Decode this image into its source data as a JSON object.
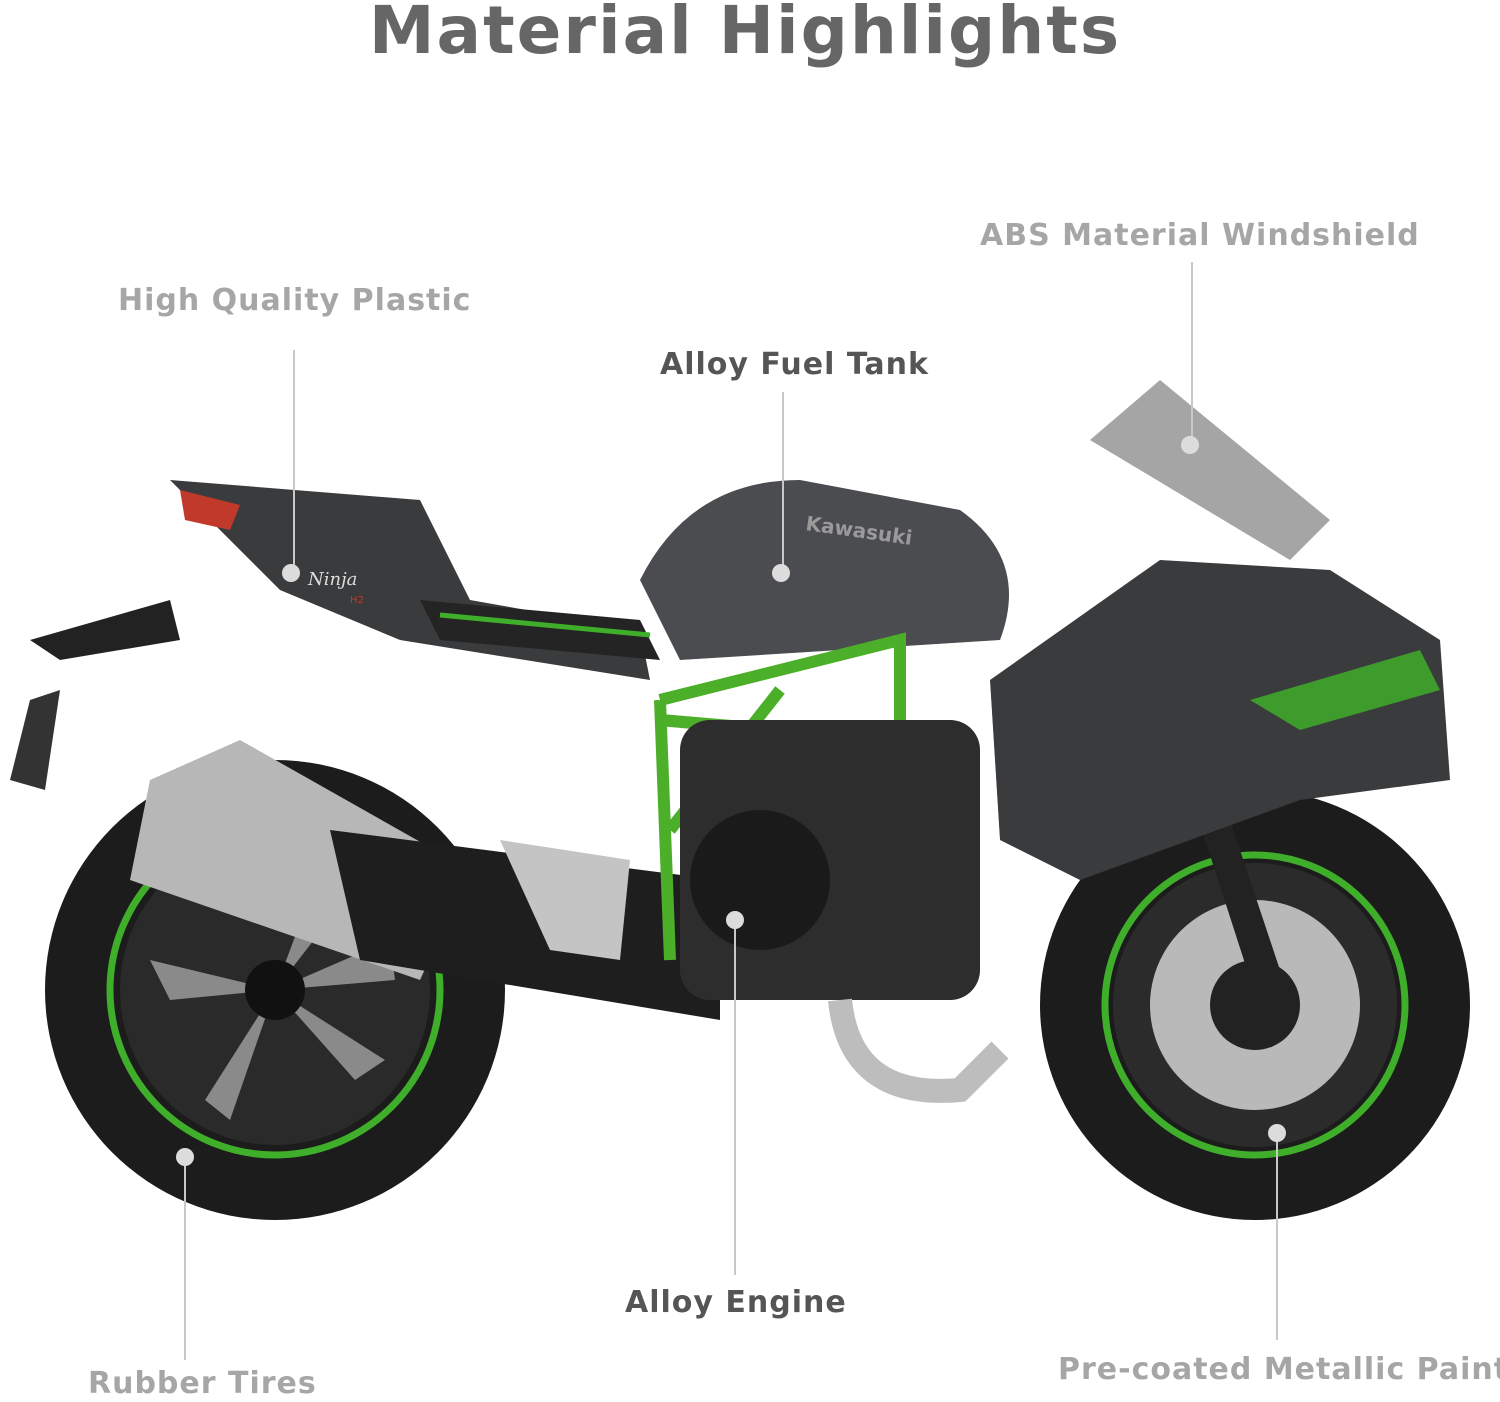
{
  "title": "Material Highlights",
  "labels": {
    "windshield": "ABS Material Windshield",
    "plastic": "High Quality Plastic",
    "fuel_tank": "Alloy Fuel Tank",
    "engine": "Alloy Engine",
    "tires": "Rubber Tires",
    "paint": "Pre-coated Metallic Paint"
  },
  "bike_logos": {
    "tank": "Kawasuki",
    "tail": "Ninja",
    "badge": "H2"
  },
  "colors": {
    "accent_green": "#3fae2a",
    "body": "#3a3b3d",
    "label_light": "#a6a6a6",
    "label_dark": "#555555"
  }
}
